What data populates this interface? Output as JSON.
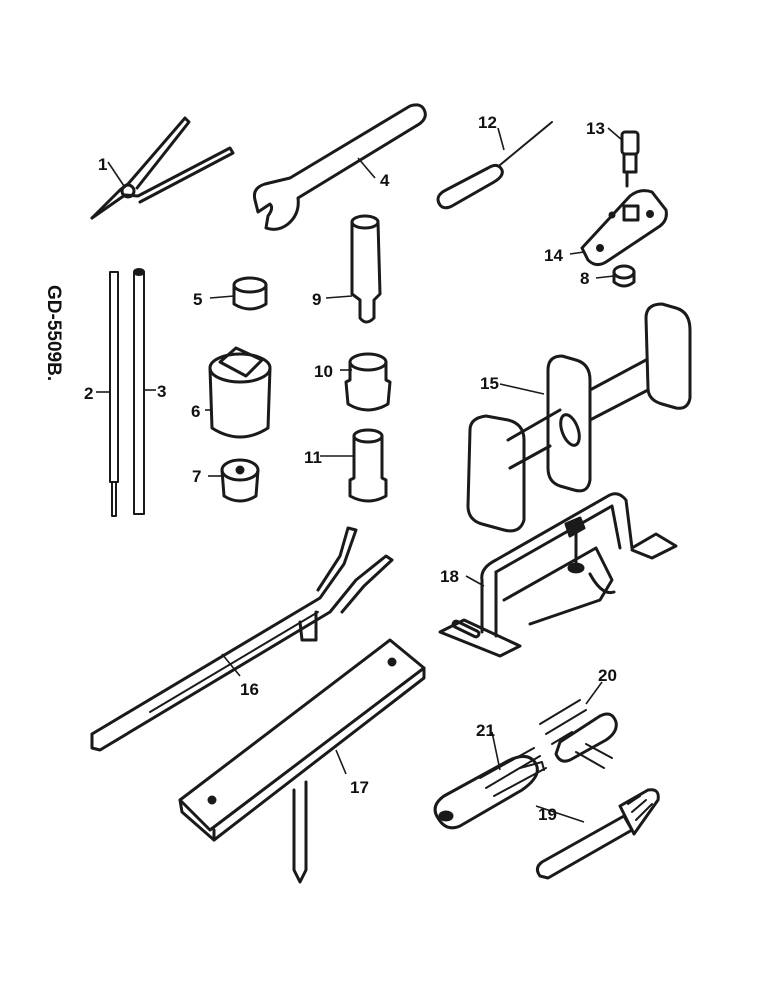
{
  "drawing_code": "GD-5509B.",
  "callouts": {
    "c1": "1",
    "c2": "2",
    "c3": "3",
    "c4": "4",
    "c5": "5",
    "c6": "6",
    "c7": "7",
    "c8": "8",
    "c9": "9",
    "c10": "10",
    "c11": "11",
    "c12": "12",
    "c13": "13",
    "c14": "14",
    "c15": "15",
    "c16": "16",
    "c17": "17",
    "c18": "18",
    "c19": "19",
    "c20": "20",
    "c21": "21"
  }
}
